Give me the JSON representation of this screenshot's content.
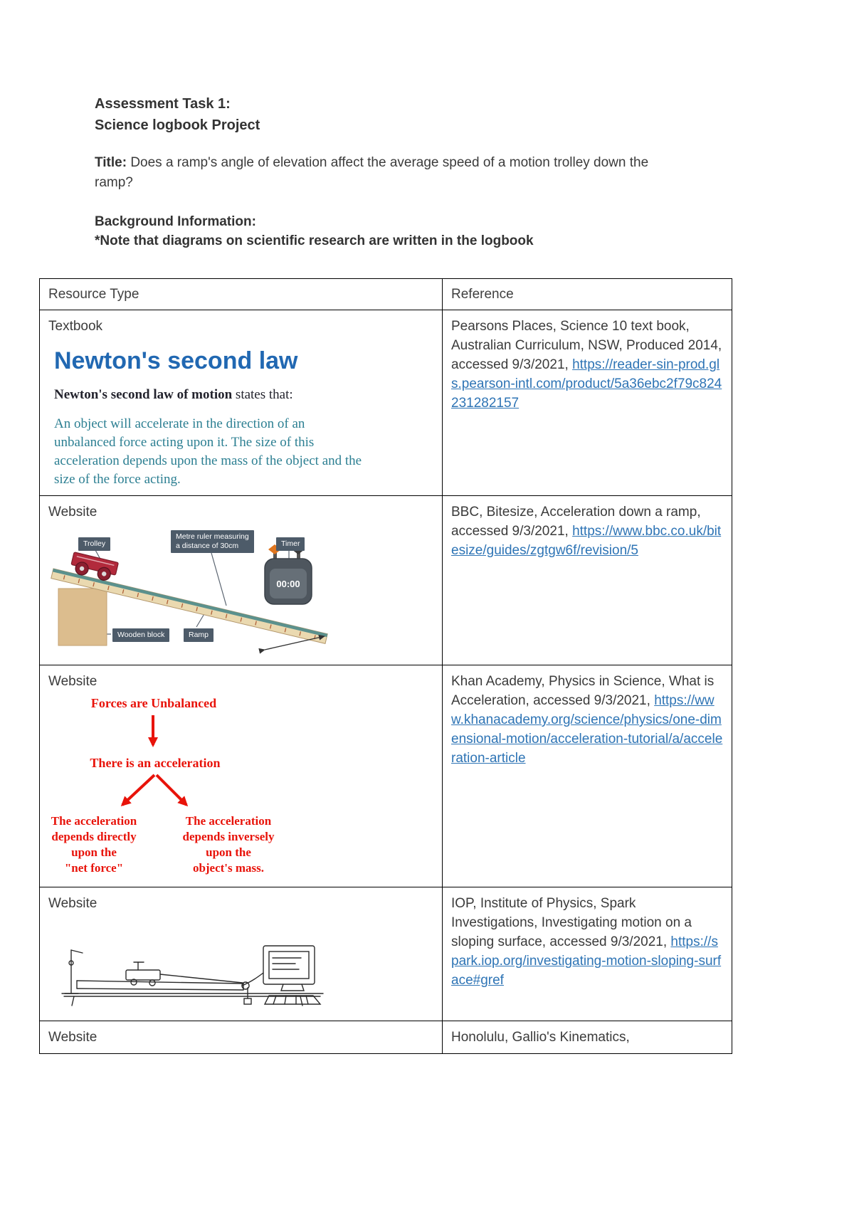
{
  "header": {
    "line1": "Assessment Task 1:",
    "line2": "Science logbook Project",
    "title_label": "Title:",
    "title_text": "Does a ramp's angle of elevation affect the average speed of a motion trolley down the ramp?",
    "background_label": "Background Information:",
    "note": "*Note that diagrams on scientific research are written in the logbook"
  },
  "table": {
    "col_resource": "Resource Type",
    "col_reference": "Reference",
    "rows": [
      {
        "type": "Textbook",
        "ref_text": "Pearsons Places, Science 10 text book, Australian Curriculum, NSW, Produced 2014, accessed 9/3/2021, ",
        "link": "https://reader-sin-prod.gls.pearson-intl.com/product/5a36ebc2f79c824231282157"
      },
      {
        "type": "Website",
        "ref_text": "BBC, Bitesize, Acceleration down a ramp, accessed 9/3/2021, ",
        "link": "https://www.bbc.co.uk/bitesize/guides/zgtgw6f/revision/5"
      },
      {
        "type": "Website",
        "ref_text": "Khan Academy, Physics in Science, What is Acceleration, accessed 9/3/2021, ",
        "link": "https://www.khanacademy.org/science/physics/one-dimensional-motion/acceleration-tutorial/a/acceleration-article"
      },
      {
        "type": "Website",
        "ref_text": "IOP, Institute of Physics, Spark Investigations, Investigating motion on a sloping surface, accessed 9/3/2021, ",
        "link": "https://spark.iop.org/investigating-motion-sloping-surface#gref"
      },
      {
        "type": "Website",
        "ref_text": "Honolulu, Gallio's Kinematics,",
        "link": ""
      }
    ]
  },
  "figures": {
    "newton": {
      "heading": "Newton's second law",
      "statement_bold": "Newton's second law of motion",
      "statement_rest": " states that:",
      "body": "An object will accelerate in the direction of an unbalanced force acting upon it. The size of this acceleration depends upon the mass of the object and the size of the force acting."
    },
    "ramp": {
      "trolley_label": "Trolley",
      "ruler_label": "Metre ruler measuring\na distance of 30cm",
      "timer_label": "Timer",
      "timer_display": "00:00",
      "block_label": "Wooden block",
      "ramp_label": "Ramp"
    },
    "flowchart": {
      "top": "Forces are Unbalanced",
      "middle": "There is an acceleration",
      "left": "The acceleration\ndepends directly\nupon the\n\"net force\"",
      "right": "The acceleration\ndepends inversely\nupon the\nobject's mass."
    }
  },
  "colors": {
    "link_blue": "#2e74b5",
    "newton_heading_blue": "#2168b2",
    "newton_body_teal": "#2c7f92",
    "flowchart_red": "#e8130a",
    "label_box_slate": "#4d5b69"
  }
}
